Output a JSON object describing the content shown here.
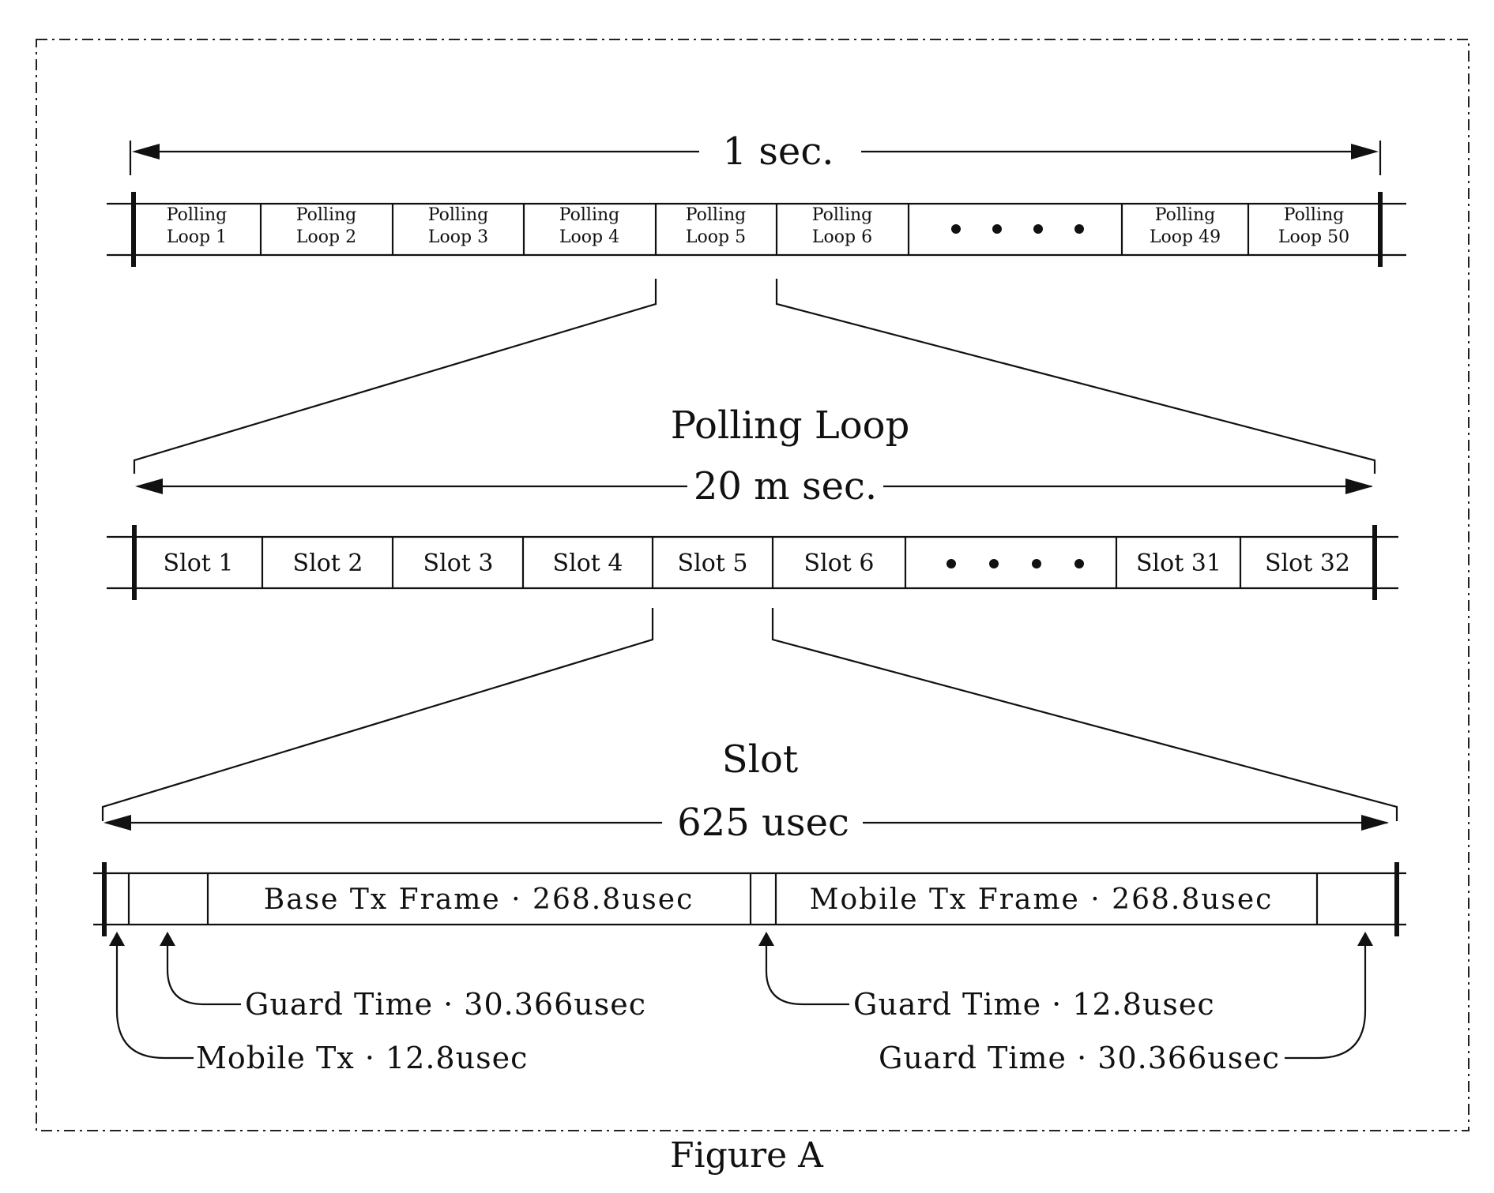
{
  "figure": {
    "caption": "Figure A",
    "level1": {
      "span_label": "1 sec.",
      "cells": [
        {
          "line1": "Polling",
          "line2": "Loop 1"
        },
        {
          "line1": "Polling",
          "line2": "Loop 2"
        },
        {
          "line1": "Polling",
          "line2": "Loop 3"
        },
        {
          "line1": "Polling",
          "line2": "Loop 4"
        },
        {
          "line1": "Polling",
          "line2": "Loop 5"
        },
        {
          "line1": "Polling",
          "line2": "Loop 6"
        },
        {
          "ellipsis": true
        },
        {
          "line1": "Polling",
          "line2": "Loop 49"
        },
        {
          "line1": "Polling",
          "line2": "Loop 50"
        }
      ]
    },
    "level2": {
      "title": "Polling Loop",
      "span_label": "20 m sec.",
      "cells": [
        "Slot 1",
        "Slot 2",
        "Slot 3",
        "Slot 4",
        "Slot 5",
        "Slot 6",
        "",
        "Slot 31",
        "Slot 32"
      ]
    },
    "level3": {
      "title": "Slot",
      "span_label": "625 usec",
      "frames": [
        "Base Tx Frame · 268.8usec",
        "Mobile Tx Frame · 268.8usec"
      ],
      "annotations": [
        "Guard Time · 30.366usec",
        "Mobile Tx · 12.8usec",
        "Guard Time · 12.8usec",
        "Guard Time · 30.366usec"
      ]
    }
  }
}
